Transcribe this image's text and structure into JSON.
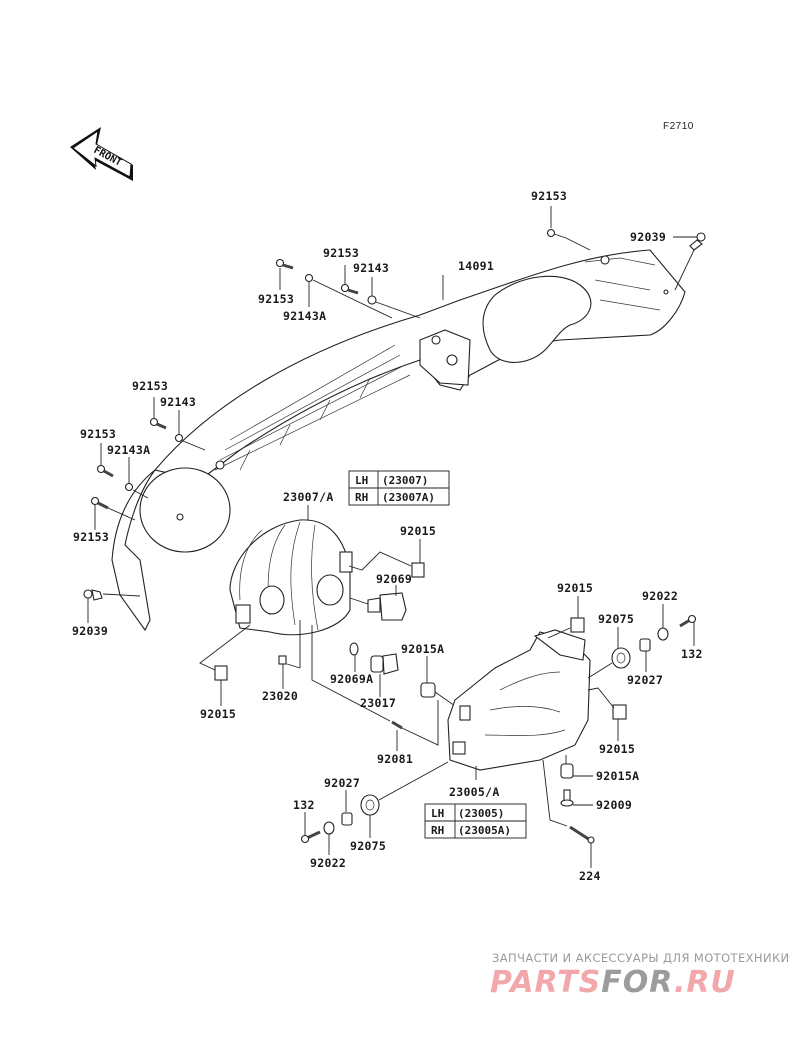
{
  "diagram": {
    "code": "F2710",
    "front_label": "FRONT",
    "callouts": {
      "c92153_top_right": "92153",
      "c92039_top_right": "92039",
      "c92153_a": "92153",
      "c92143_a": "92143",
      "c14091": "14091",
      "c92153_b": "92153",
      "c92143A_a": "92143A",
      "c92153_c": "92153",
      "c92143_b": "92143",
      "c92153_d": "92153",
      "c92143A_b": "92143A",
      "c92153_e": "92153",
      "c92039_left": "92039",
      "c23007A": "23007/A",
      "c92015_a": "92015",
      "c92069": "92069",
      "c92015A_a": "92015A",
      "c92069A": "92069A",
      "c23017": "23017",
      "c23020": "23020",
      "c92015_b": "92015",
      "c92081": "92081",
      "c92015_c": "92015",
      "c92022_a": "92022",
      "c92075_a": "92075",
      "c132_a": "132",
      "c92027_a": "92027",
      "c92015_d": "92015",
      "c92015A_b": "92015A",
      "c92009": "92009",
      "c23005A": "23005/A",
      "c224": "224",
      "c92027_b": "92027",
      "c132_b": "132",
      "c92075_b": "92075",
      "c92022_b": "92022"
    },
    "variant_tables": [
      {
        "rows": [
          {
            "side": "LH",
            "part": "(23007)"
          },
          {
            "side": "RH",
            "part": "(23007A)"
          }
        ]
      },
      {
        "rows": [
          {
            "side": "LH",
            "part": "(23005)"
          },
          {
            "side": "RH",
            "part": "(23005A)"
          }
        ]
      }
    ]
  },
  "watermark": {
    "tagline": "ЗАПЧАСТИ И АКСЕССУАРЫ ДЛЯ МОТОТЕХНИКИ",
    "logo_part1": "PARTS",
    "logo_part2": "FOR",
    "logo_part3": ".RU",
    "colors": {
      "pink": "#f2a7ab",
      "gray": "#9c9c9c"
    }
  }
}
